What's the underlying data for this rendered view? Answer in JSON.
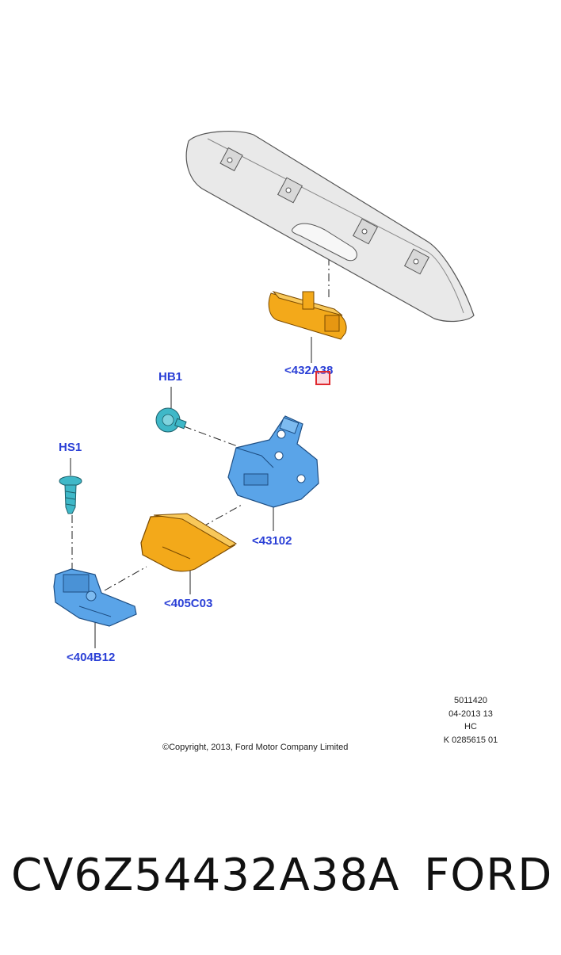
{
  "callouts": {
    "tailgate_handle_switch": "<432A38",
    "bumper_bracket_fastener": "HB1",
    "latch_screw": "HS1",
    "latch_assembly": "<43102",
    "latch_cover": "<405C03",
    "latch_release_module": "<404B12"
  },
  "meta": {
    "line1": "5011420",
    "line2": "04-2013 13",
    "line3": "HC",
    "line4": "K 0285615 01"
  },
  "copyright": "©Copyright, 2013, Ford Motor Company Limited",
  "footer": {
    "part_number": "CV6Z54432A38A",
    "brand": "FORD"
  },
  "colors": {
    "callout_text": "#2a3fd6",
    "highlight_border": "#e0292f",
    "part_blue": "#5aa4e8",
    "part_orange": "#f3a91a",
    "part_cyan": "#3fb8c8",
    "part_grey": "#e4e4e4"
  }
}
